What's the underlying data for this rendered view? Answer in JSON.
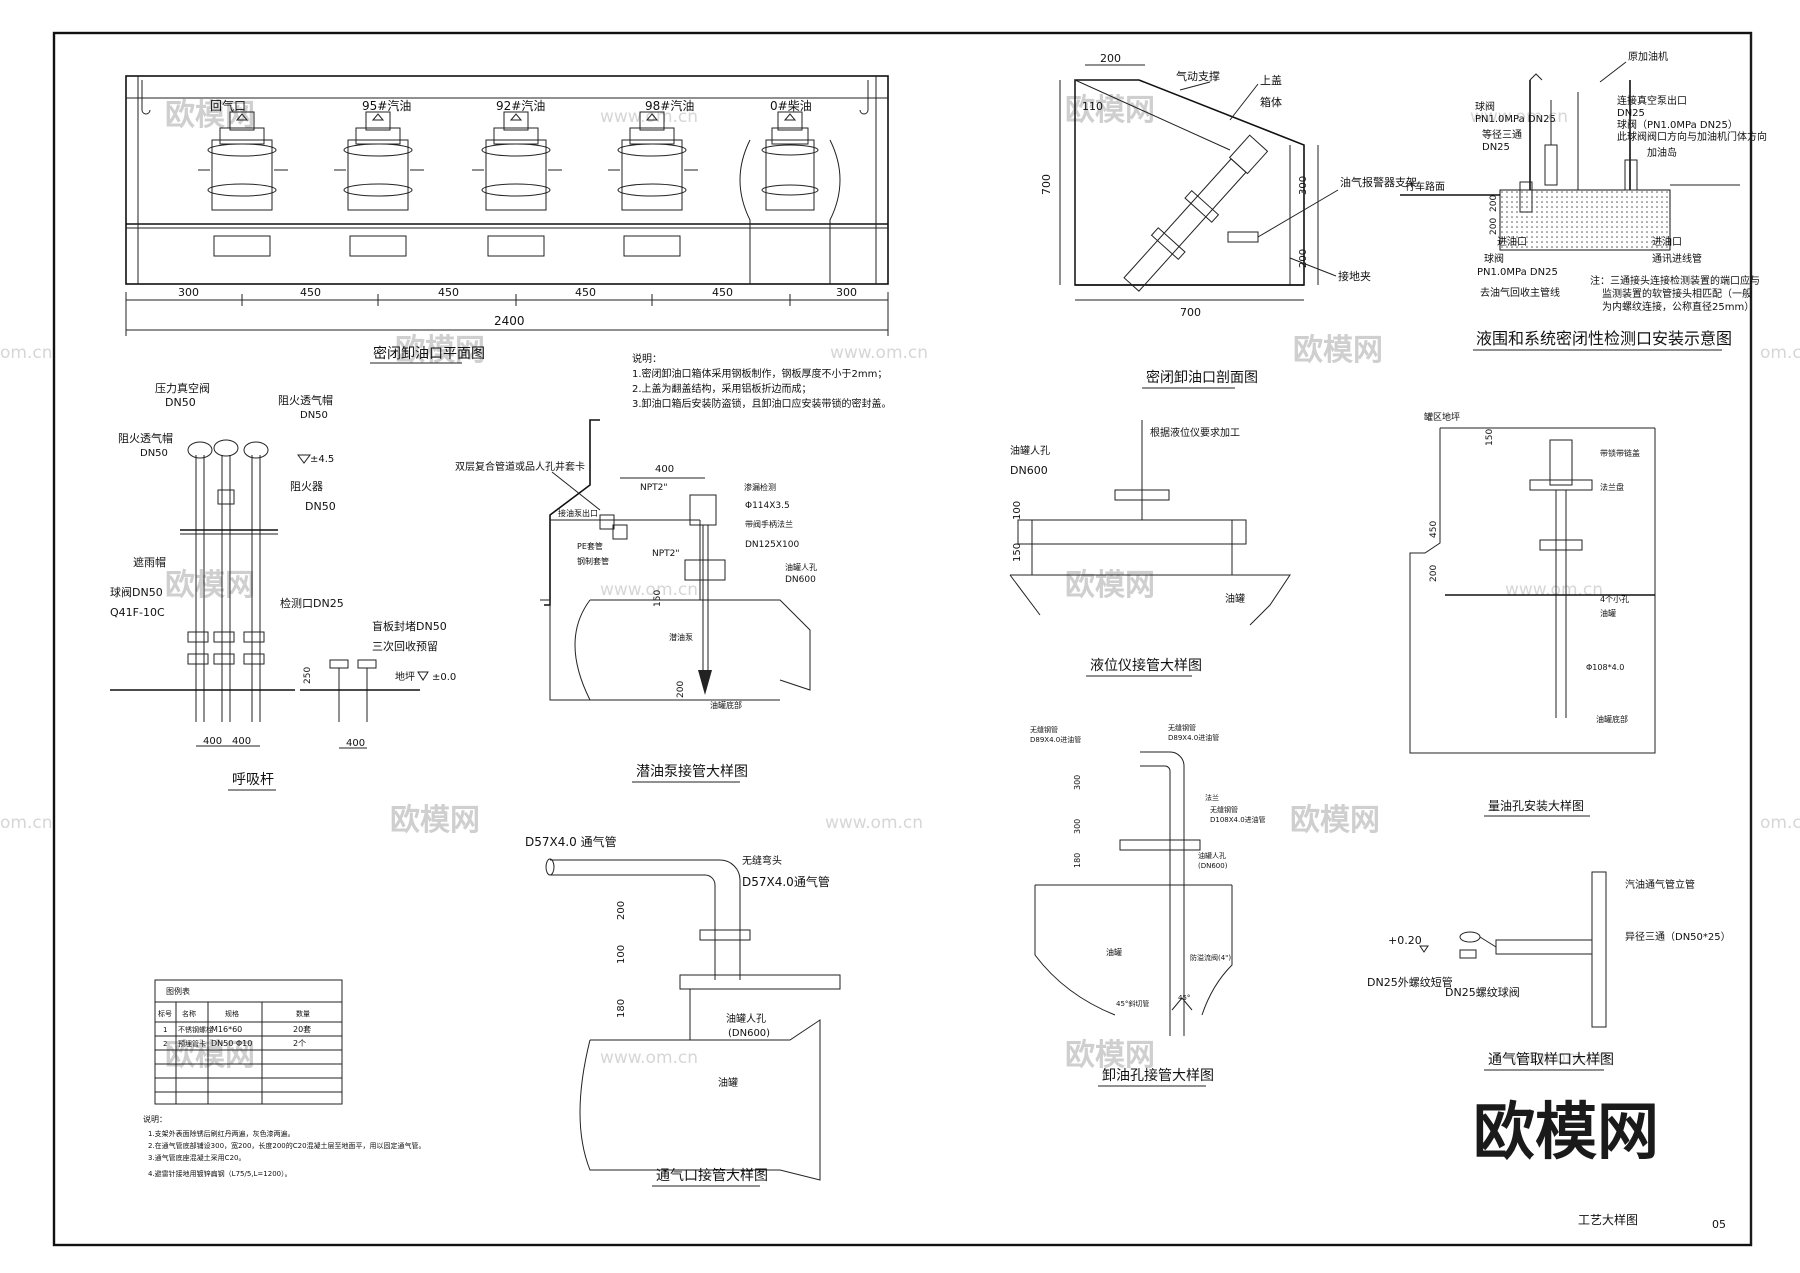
{
  "sheet": {
    "title": "工艺大样图",
    "page_no": "05",
    "brand": "欧模网",
    "watermark": "欧模网",
    "watermark_url": "www.om.cn",
    "watermark_url_partial": "om.cn"
  },
  "plan": {
    "title": "密闭卸油口平面图",
    "labels": [
      "回气口",
      "95#汽油",
      "92#汽油",
      "98#汽油",
      "0#柴油"
    ],
    "dims": [
      "300",
      "450",
      "450",
      "450",
      "450",
      "300"
    ],
    "total": "2400"
  },
  "section": {
    "title": "密闭卸油口剖面图",
    "dims": {
      "top": "200",
      "left": "110",
      "height": "700",
      "bottom": "700",
      "right1": "300",
      "right2": "200"
    },
    "labels": {
      "support": "气动支撑",
      "lid": "上盖",
      "box": "箱体",
      "alarm": "油气报警器支架",
      "ground": "接地夹"
    }
  },
  "monitor": {
    "title": "液围和系统密闭性检测口安装示意图",
    "labels": {
      "dispenser": "原加油机",
      "vacuum": "连接真空泵出口",
      "dn25": "DN25",
      "ball1a": "球阀",
      "ball1b": "PN1.0MPa DN25",
      "tee1": "等径三通",
      "tee2": "DN25",
      "ball2": "球阀（PN1.0MPa DN25）",
      "note1": "此球阀阀口方向与加油机门体方向",
      "island": "加油岛",
      "road": "行车路面",
      "d200": "200",
      "d2000": "200",
      "inlet1": "进油口",
      "inlet2": "进油口",
      "ball3a": "球阀",
      "ball3b": "PN1.0MPa DN25",
      "comm": "通讯进线管",
      "recovery": "去油气回收主管线",
      "note2": "注：三通接头连接检测装置的端口应与",
      "note3": "监测装置的软管接头相匹配（一般",
      "note4": "为内螺纹连接，公称直径25mm）"
    }
  },
  "breather": {
    "title": "呼吸杆",
    "labels": {
      "pv": "压力真空阀",
      "pv_dn": "DN50",
      "fa1": "阻火透气帽",
      "fa1_dn": "DN50",
      "fa2": "阻火透气帽",
      "fa2_dn": "DN50",
      "level": "±4.5",
      "fire": "阻火器",
      "fire_dn": "DN50",
      "rain": "遮雨帽",
      "ball": "球阀DN50",
      "ball_model": "Q41F-10C",
      "check": "检测口DN25",
      "blind": "盲板封堵DN50",
      "reserve": "三次回收预留",
      "floor": "地坪",
      "floor_lv": "±0.0",
      "d250": "250",
      "d400a": "400",
      "d400b": "400",
      "d400c": "400"
    }
  },
  "pump": {
    "title": "潜油泵接管大样图",
    "notes": [
      "说明：",
      "1.密闭卸油口箱体采用钢板制作，钢板厚度不小于2mm；",
      "2.上盖为翻盖结构，采用铝板折边而成；",
      "3.卸油口箱后安装防盗锁，且卸油口应安装带锁的密封盖。"
    ],
    "labels": {
      "casing": "双层复合管道或品人孔井套卡",
      "dim400": "400",
      "npt1": "NPT2\"",
      "npt2": "NPT2\"",
      "pipe1": "Φ114X3.5",
      "pipe2": "DN125X100",
      "manhole": "DN600",
      "pe": "PE套管",
      "steel": "钢制套管",
      "leak": "渗漏检测",
      "pump": "潜油泵",
      "d150": "150",
      "d200": "200",
      "tank": "油罐底部",
      "connect": "接油泵出口",
      "flange": "带阀手柄法兰",
      "man_label": "油罐人孔"
    }
  },
  "level": {
    "title": "液位仪接管大样图",
    "labels": {
      "manhole": "油罐人孔",
      "dn": "DN600",
      "note": "根据液位仪要求加工",
      "d100": "100",
      "d150": "150",
      "tank": "油罐"
    }
  },
  "gauge": {
    "title": "量油孔安装大样图",
    "labels": {
      "area": "罐区地坪",
      "d150": "150",
      "d450": "450",
      "d200": "200",
      "cap": "带锁带链盖",
      "flange": "法兰盘",
      "hole": "4个小孔",
      "pipe": "Φ108*4.0",
      "tank": "油罐底部",
      "bottom": "油罐"
    }
  },
  "vent": {
    "title": "通气口接管大样图",
    "labels": {
      "pipe1": "D57X4.0 通气管",
      "elbow": "无缝弯头",
      "pipe2": "D57X4.0通气管",
      "d200": "200",
      "d100": "100",
      "d180": "180",
      "manhole": "油罐人孔",
      "dn": "(DN600)",
      "tank": "油罐"
    }
  },
  "unload": {
    "title": "卸油孔接管大样图",
    "labels": {
      "elbow1": "无缝钢管",
      "pipe1": "D89X4.0进油管",
      "elbow2": "无缝钢管",
      "pipe2": "D89X4.0进油管",
      "flange": "法兰",
      "elbow3": "无缝钢管",
      "pipe3": "D108X4.0进油管",
      "manhole": "油罐人孔",
      "dn": "(DN600)",
      "d300": "300",
      "d300b": "300",
      "d180": "180",
      "tank": "油罐",
      "angle": "45°斜切管",
      "spill": "防溢流阀(4\")",
      "v": "45°"
    }
  },
  "sample": {
    "title": "通气管取样口大样图",
    "labels": {
      "main": "汽油通气管立管",
      "tee": "异径三通（DN50*25）",
      "level": "+0.20",
      "nipple": "DN25外螺纹短管",
      "valve": "DN25螺纹球阀"
    }
  },
  "legend": {
    "caption": "图例表",
    "headers": [
      "标号",
      "名称",
      "规格",
      "数量"
    ],
    "rows": [
      [
        "1",
        "不锈钢螺栓",
        "M16*60",
        "20套"
      ],
      [
        "2",
        "预埋管卡",
        "DN50  Φ10",
        "2个"
      ]
    ],
    "notes": [
      "说明：",
      "1.支架外表面除锈后刷红丹两遍，灰色漆两遍。",
      "2.在通气管底部铺设300，宽200，长度200的C20混凝土层至地面平，用以固定通气管。",
      "3.通气管底座混凝土采用C20。",
      "4.避雷针接地用镀锌扁钢（L75/5,L=1200）。"
    ]
  }
}
